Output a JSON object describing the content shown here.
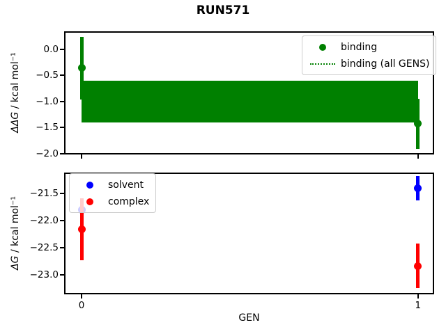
{
  "figure": {
    "title": "RUN571"
  },
  "chart_data": [
    {
      "type": "scatter",
      "subplot": "top",
      "ylabel": {
        "text": "ΔΔG / kcal mol⁻¹",
        "math_part": "ΔΔG",
        "units_part": " / kcal mol⁻¹"
      },
      "x_values": [
        0,
        1
      ],
      "xlim": [
        -0.052,
        1.048
      ],
      "ylim": [
        -2.02,
        0.34
      ],
      "yticks": [
        0.0,
        -0.5,
        -1.0,
        -1.5,
        -2.0
      ],
      "yticklabels": [
        "0.0",
        "−0.5",
        "−1.0",
        "−1.5",
        "−2.0"
      ],
      "xticks": [
        0,
        1
      ],
      "grid": false,
      "series": [
        {
          "name": "binding",
          "color": "#008000",
          "marker": "circle",
          "y": [
            -0.36,
            -1.43
          ],
          "yerr": [
            0.6,
            0.48
          ]
        }
      ],
      "band": {
        "name": "binding (all GENS)",
        "color": "#008000",
        "x_range": [
          0,
          1
        ],
        "y_top": -0.6,
        "y_bottom": -1.4,
        "center": -1.0,
        "center_linestyle": "dotted"
      },
      "legend": {
        "position": "upper-right",
        "entries": [
          {
            "label": "binding",
            "marker": "dot",
            "color": "#008000"
          },
          {
            "label": "binding (all GENS)",
            "marker": "dotted-line",
            "color": "#008000"
          }
        ]
      }
    },
    {
      "type": "scatter",
      "subplot": "bottom",
      "xlabel": "GEN",
      "ylabel": {
        "text": "ΔG / kcal mol⁻¹",
        "math_part": "ΔG",
        "units_part": " / kcal mol⁻¹"
      },
      "x_values": [
        0,
        1
      ],
      "xlim": [
        -0.052,
        1.048
      ],
      "ylim": [
        -23.36,
        -21.12
      ],
      "yticks": [
        -21.5,
        -22.0,
        -22.5,
        -23.0
      ],
      "yticklabels": [
        "−21.5",
        "−22.0",
        "−22.5",
        "−23.0"
      ],
      "xticks": [
        0,
        1
      ],
      "xticklabels": [
        "0",
        "1"
      ],
      "grid": false,
      "series": [
        {
          "name": "solvent",
          "color": "#0000ff",
          "marker": "circle",
          "y": [
            -21.81,
            -21.41
          ],
          "yerr": [
            0.13,
            0.22
          ]
        },
        {
          "name": "complex",
          "color": "#ff0000",
          "marker": "circle",
          "y": [
            -22.16,
            -22.84
          ],
          "yerr": [
            0.57,
            0.41
          ]
        }
      ],
      "legend": {
        "position": "upper-left",
        "entries": [
          {
            "label": "solvent",
            "marker": "dot",
            "color": "#0000ff"
          },
          {
            "label": "complex",
            "marker": "dot",
            "color": "#ff0000"
          }
        ]
      }
    }
  ]
}
